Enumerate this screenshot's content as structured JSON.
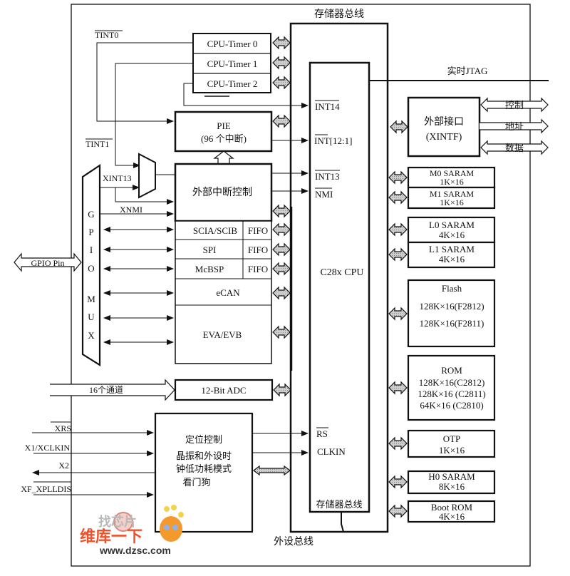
{
  "diagram": {
    "memory_bus_label": "存储器总线",
    "peripheral_bus_label": "外设总线",
    "jtag_label": "实时JTAG",
    "cpu": {
      "label": "C28x CPU",
      "inputs": [
        "INT14",
        "INT[12:1]",
        "INT13",
        "NMI",
        "RS",
        "CLKIN"
      ],
      "inner_bus_label": "存储器总线"
    },
    "timers": [
      "CPU-Timer 0",
      "CPU-Timer 1",
      "CPU-Timer 2"
    ],
    "timer_signals": [
      "TINT0",
      "TINT1"
    ],
    "pie": {
      "title": "PIE",
      "subtitle": "(96 个中断)"
    },
    "ext_int": {
      "label": "外部中断控制"
    },
    "xint13_label": "XINT13",
    "xnmi_label": "XNMI",
    "peripherals": [
      {
        "name": "SCIA/SCIB",
        "fifo": "FIFO"
      },
      {
        "name": "SPI",
        "fifo": "FIFO"
      },
      {
        "name": "McBSP",
        "fifo": "FIFO"
      },
      {
        "name": "eCAN",
        "fifo": ""
      },
      {
        "name": "EVA/EVB",
        "fifo": ""
      }
    ],
    "gpio_mux_letters": [
      "G",
      "P",
      "I",
      "O",
      "M",
      "U",
      "X"
    ],
    "gpio_pin_label": "GPIO Pin",
    "adc": {
      "label": "12-Bit ADC",
      "channels_label": "16个通道"
    },
    "sysctl": {
      "lines": [
        "定位控制",
        "晶振和外设时",
        "钟低功耗模式",
        "看门狗"
      ],
      "signals": [
        "XRS",
        "X1/XCLKIN",
        "X2",
        "XF_XPLLDIS"
      ]
    },
    "xintf": {
      "title": "外部接口",
      "subtitle": "(XINTF)",
      "buses": [
        "控制",
        "地址",
        "数据"
      ]
    },
    "memory_blocks": [
      {
        "lines": [
          "M0 SARAM",
          "1K×16"
        ]
      },
      {
        "lines": [
          "M1 SARAM",
          "1K×16"
        ]
      },
      {
        "lines": [
          "L0 SARAM",
          "4K×16"
        ]
      },
      {
        "lines": [
          "L1 SARAM",
          "4K×16"
        ]
      },
      {
        "lines": [
          "Flash",
          "128K×16(F2812)",
          "128K×16(F2811)"
        ]
      },
      {
        "lines": [
          "ROM",
          "128K×16(C2812)",
          "128K×16 (C2811)",
          "64K×16 (C2810)"
        ]
      },
      {
        "lines": [
          "OTP",
          "1K×16"
        ]
      },
      {
        "lines": [
          "H0 SARAM",
          "8K×16"
        ]
      },
      {
        "lines": [
          "Boot ROM",
          "4K×16"
        ]
      }
    ]
  },
  "watermark": {
    "line1": "找芯片",
    "line2": "维库一下",
    "url": "www.dzsc.com"
  }
}
